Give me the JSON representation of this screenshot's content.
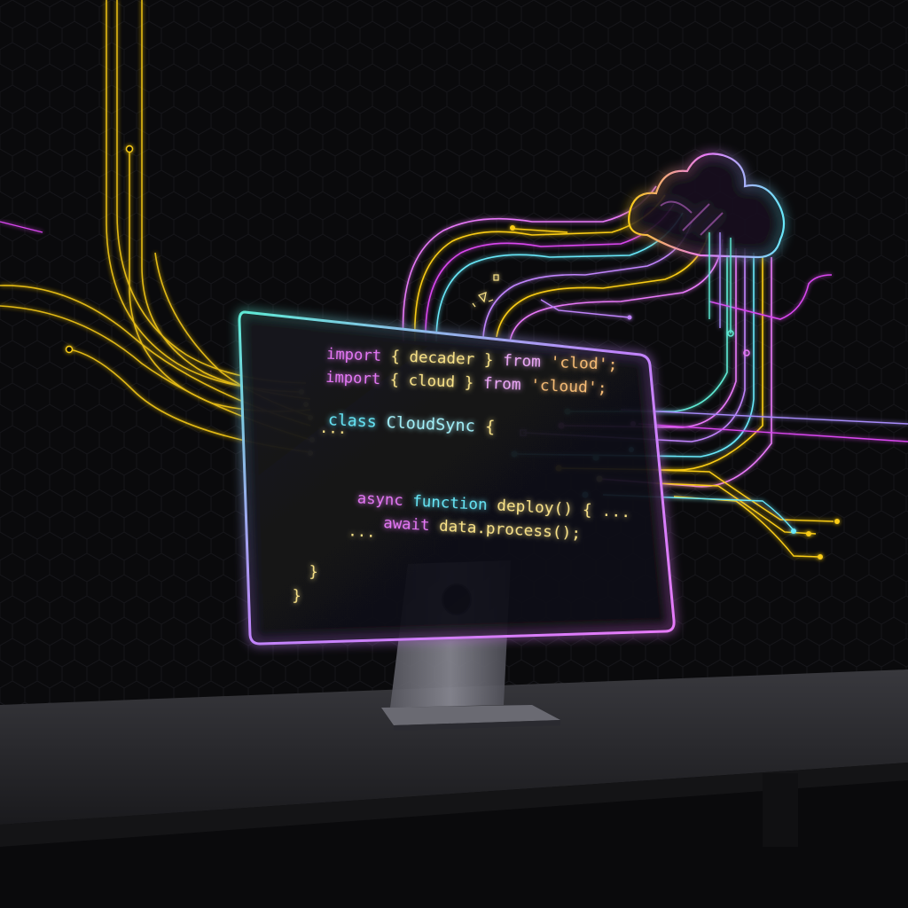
{
  "colors": {
    "background": "#0a0a0c",
    "neon_cyan": "#5eead4",
    "neon_magenta": "#d946ef",
    "neon_yellow": "#facc15",
    "desk": "#2a2a2e"
  },
  "icons": {
    "cloud": "cloud-icon",
    "monitor": "monitor-icon"
  },
  "code": {
    "l1": {
      "kw": "import",
      "b1": " { ",
      "id": "decader",
      "b2": " } ",
      "from": "from",
      "str": " 'clod';"
    },
    "l2": {
      "kw": "import",
      "b1": " { ",
      "id": "cloud",
      "b2": " } ",
      "from": "from",
      "str": " 'cloud';"
    },
    "l3": {
      "kw": "class",
      "name": " CloudSync",
      "br": " {"
    },
    "l4": "...",
    "l5": {
      "kw": "async",
      "fn": " function",
      "name": " deploy()",
      "rest": " { ..."
    },
    "l6": {
      "kw": "await",
      "rest": " data.process();"
    },
    "l7": "...",
    "l8": "}",
    "l9": "}"
  }
}
